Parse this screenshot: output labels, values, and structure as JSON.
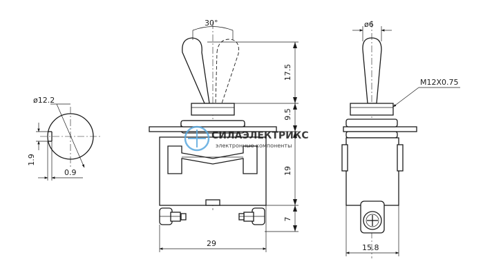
{
  "dimensions": {
    "angle": "30°",
    "lever_length": "17.5",
    "bushing_height": "9.5",
    "body_height": "19",
    "terminal_height": "7",
    "body_width": "29",
    "side_width": "15.8",
    "lever_diameter": "ø6",
    "thread": "M12X0.75",
    "nut_diameter": "ø12.2",
    "keyway_depth": "1.9",
    "keyway_width": "0.9"
  },
  "watermark": {
    "brand": "СИЛАЭЛЕКТРИКС",
    "tagline": "электронные компоненты"
  },
  "colors": {
    "line": "#1a1a1a",
    "watermark": "#5aa9df"
  }
}
